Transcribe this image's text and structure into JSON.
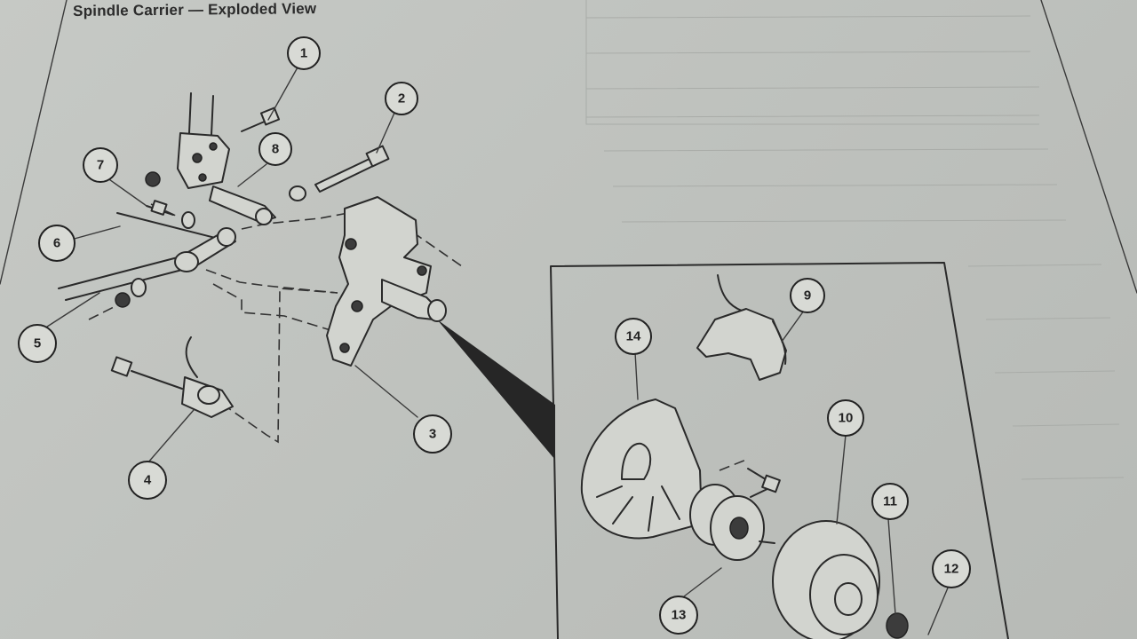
{
  "title": "Spindle Carrier — Exploded View",
  "callouts": [
    {
      "id": "1",
      "label": "1"
    },
    {
      "id": "2",
      "label": "2"
    },
    {
      "id": "3",
      "label": "3"
    },
    {
      "id": "4",
      "label": "4"
    },
    {
      "id": "5",
      "label": "5"
    },
    {
      "id": "6",
      "label": "6"
    },
    {
      "id": "7",
      "label": "7"
    },
    {
      "id": "8",
      "label": "8"
    },
    {
      "id": "9",
      "label": "9"
    },
    {
      "id": "10",
      "label": "10"
    },
    {
      "id": "11",
      "label": "11"
    },
    {
      "id": "12",
      "label": "12"
    },
    {
      "id": "13",
      "label": "13"
    },
    {
      "id": "14",
      "label": "14"
    }
  ]
}
